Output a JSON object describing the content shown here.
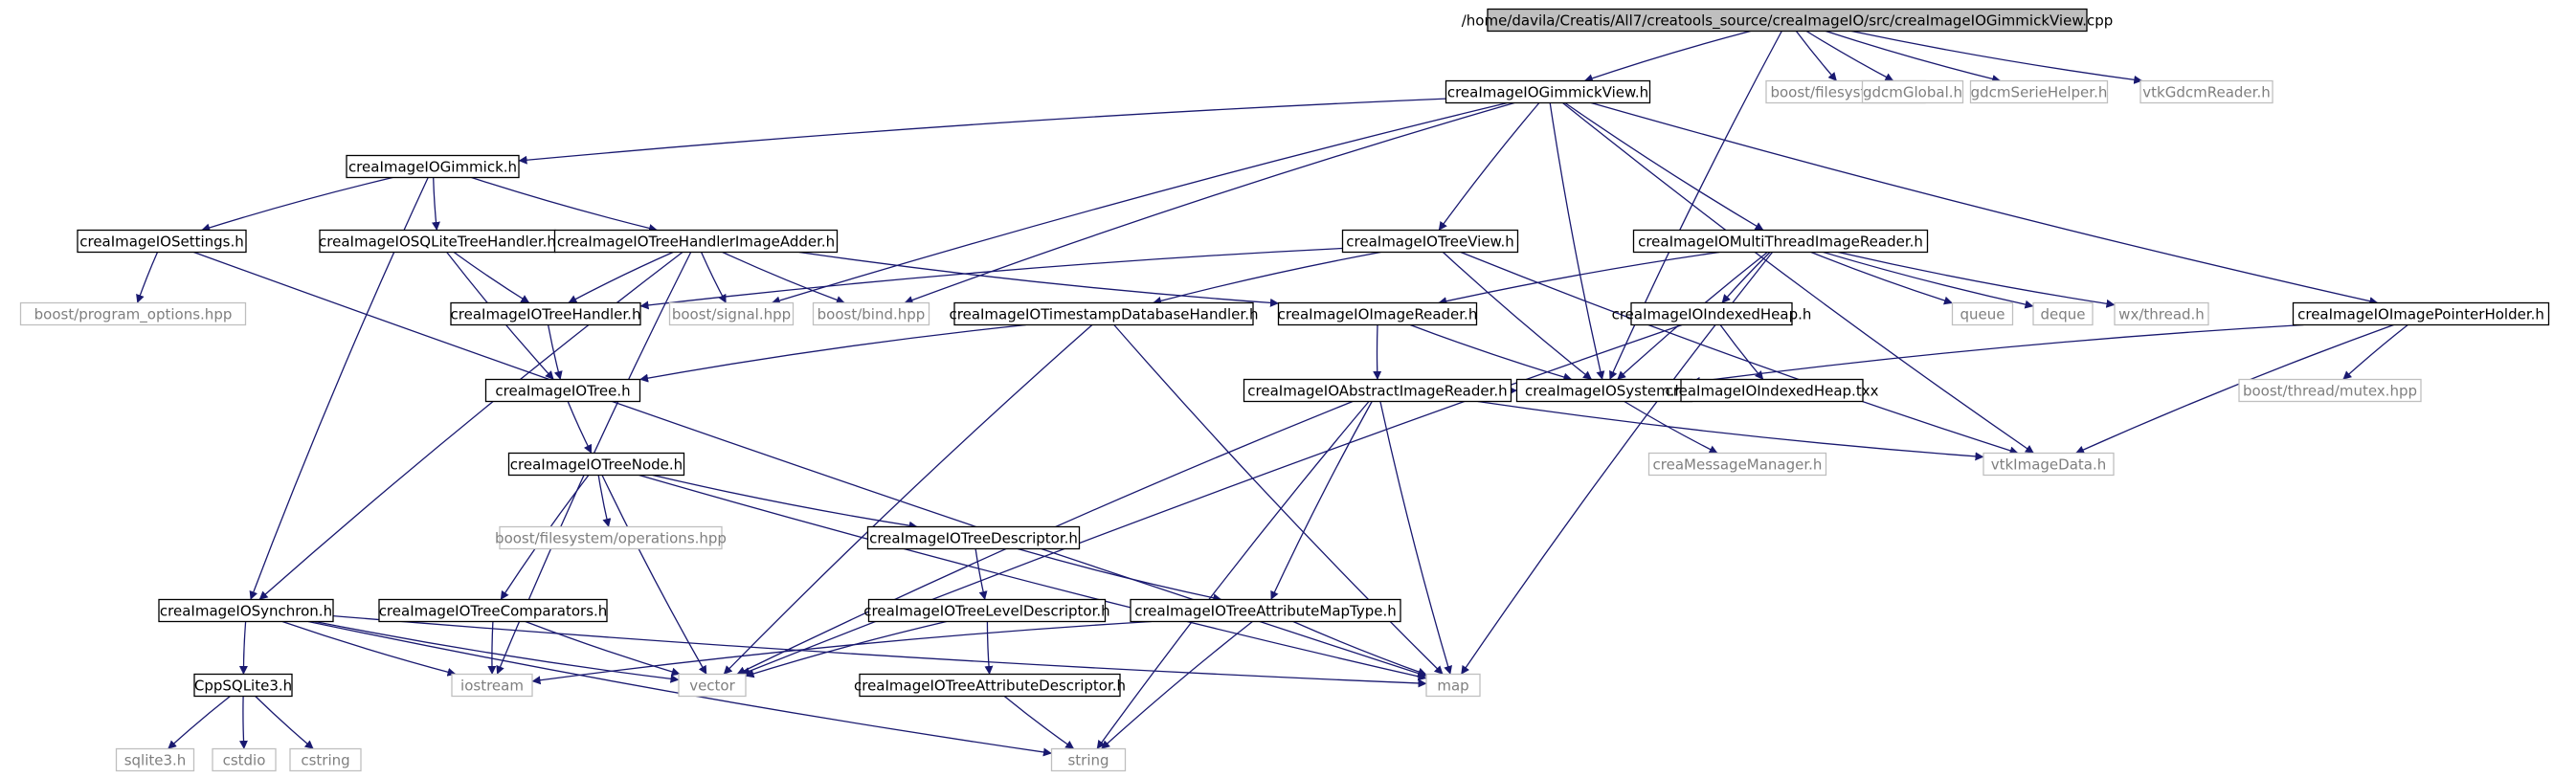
{
  "colors": {
    "edge": "#191970",
    "node_border": "#000000",
    "external_border": "#bfbfbf",
    "external_text": "#7f7f7f",
    "root_fill": "#bfbfbf",
    "node_fill": "#ffffff",
    "text": "#000000"
  },
  "nodes": [
    {
      "id": "root",
      "label": "/home/davila/Creatis/All7/creatools_source/creaImageIO/src/creaImageIOGimmickView.cpp",
      "kind": "root"
    },
    {
      "id": "gv",
      "label": "creaImageIOGimmickView.h",
      "kind": "internal"
    },
    {
      "id": "bfs",
      "label": "boost/filesystem.hpp",
      "kind": "external"
    },
    {
      "id": "gg",
      "label": "gdcmGlobal.h",
      "kind": "external"
    },
    {
      "id": "gsh",
      "label": "gdcmSerieHelper.h",
      "kind": "external"
    },
    {
      "id": "vgr",
      "label": "vtkGdcmReader.h",
      "kind": "external"
    },
    {
      "id": "gim",
      "label": "creaImageIOGimmick.h",
      "kind": "internal"
    },
    {
      "id": "set",
      "label": "creaImageIOSettings.h",
      "kind": "internal"
    },
    {
      "id": "sql",
      "label": "creaImageIOSQLiteTreeHandler.h",
      "kind": "internal"
    },
    {
      "id": "thia",
      "label": "creaImageIOTreeHandlerImageAdder.h",
      "kind": "internal"
    },
    {
      "id": "tv",
      "label": "creaImageIOTreeView.h",
      "kind": "internal"
    },
    {
      "id": "mtir",
      "label": "creaImageIOMultiThreadImageReader.h",
      "kind": "internal"
    },
    {
      "id": "iph",
      "label": "creaImageIOImagePointerHolder.h",
      "kind": "internal"
    },
    {
      "id": "bpo",
      "label": "boost/program_options.hpp",
      "kind": "external"
    },
    {
      "id": "th",
      "label": "creaImageIOTreeHandler.h",
      "kind": "internal"
    },
    {
      "id": "bsig",
      "label": "boost/signal.hpp",
      "kind": "external"
    },
    {
      "id": "bbind",
      "label": "boost/bind.hpp",
      "kind": "external"
    },
    {
      "id": "tsdh",
      "label": "creaImageIOTimestampDatabaseHandler.h",
      "kind": "internal"
    },
    {
      "id": "ir",
      "label": "creaImageIOImageReader.h",
      "kind": "internal"
    },
    {
      "id": "ih",
      "label": "creaImageIOIndexedHeap.h",
      "kind": "internal"
    },
    {
      "id": "queue",
      "label": "queue",
      "kind": "external"
    },
    {
      "id": "deque",
      "label": "deque",
      "kind": "external"
    },
    {
      "id": "wxt",
      "label": "wx/thread.h",
      "kind": "external"
    },
    {
      "id": "tree",
      "label": "creaImageIOTree.h",
      "kind": "internal"
    },
    {
      "id": "air",
      "label": "creaImageIOAbstractImageReader.h",
      "kind": "internal"
    },
    {
      "id": "sys",
      "label": "creaImageIOSystem.h",
      "kind": "internal"
    },
    {
      "id": "ihtxx",
      "label": "creaImageIOIndexedHeap.txx",
      "kind": "internal"
    },
    {
      "id": "btm",
      "label": "boost/thread/mutex.hpp",
      "kind": "external"
    },
    {
      "id": "tnode",
      "label": "creaImageIOTreeNode.h",
      "kind": "internal"
    },
    {
      "id": "cmm",
      "label": "creaMessageManager.h",
      "kind": "external"
    },
    {
      "id": "vid",
      "label": "vtkImageData.h",
      "kind": "external"
    },
    {
      "id": "bfso",
      "label": "boost/filesystem/operations.hpp",
      "kind": "external"
    },
    {
      "id": "tdesc",
      "label": "creaImageIOTreeDescriptor.h",
      "kind": "internal"
    },
    {
      "id": "sync",
      "label": "creaImageIOSynchron.h",
      "kind": "internal"
    },
    {
      "id": "tcmp",
      "label": "creaImageIOTreeComparators.h",
      "kind": "internal"
    },
    {
      "id": "tld",
      "label": "creaImageIOTreeLevelDescriptor.h",
      "kind": "internal"
    },
    {
      "id": "tamt",
      "label": "creaImageIOTreeAttributeMapType.h",
      "kind": "internal"
    },
    {
      "id": "csq",
      "label": "CppSQLite3.h",
      "kind": "internal"
    },
    {
      "id": "iostream",
      "label": "iostream",
      "kind": "external"
    },
    {
      "id": "vector",
      "label": "vector",
      "kind": "external"
    },
    {
      "id": "map",
      "label": "map",
      "kind": "external"
    },
    {
      "id": "tad",
      "label": "creaImageIOTreeAttributeDescriptor.h",
      "kind": "internal"
    },
    {
      "id": "sqlite3",
      "label": "sqlite3.h",
      "kind": "external"
    },
    {
      "id": "cstdio",
      "label": "cstdio",
      "kind": "external"
    },
    {
      "id": "cstring",
      "label": "cstring",
      "kind": "external"
    },
    {
      "id": "string",
      "label": "string",
      "kind": "external"
    }
  ]
}
